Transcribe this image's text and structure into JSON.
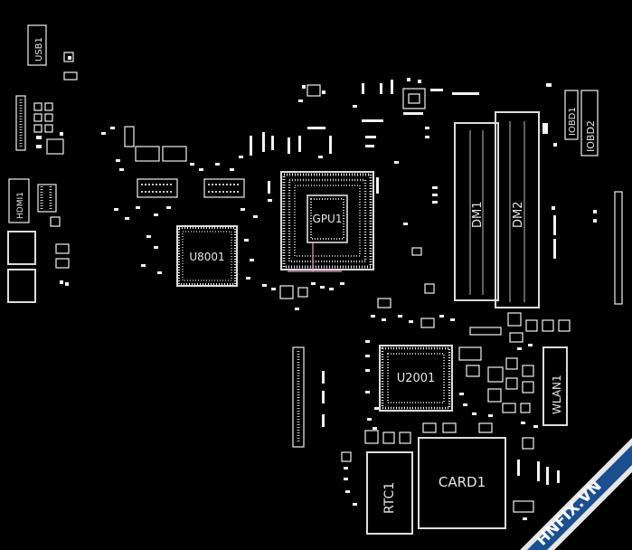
{
  "components": {
    "usb1": "USB1",
    "hdmi1": "HDMI1",
    "gpu1": "GPU1",
    "u8001": "U8001",
    "dm1": "DM1",
    "dm2": "DM2",
    "iobd1": "IOBD1",
    "iobd2": "IOBD2",
    "u2001": "U2001",
    "wlan1": "WLAN1",
    "rtc1": "RTC1",
    "card1": "CARD1"
  },
  "watermark": {
    "text": "HNFIX.VN",
    "color": "#1c4f8f"
  },
  "colors": {
    "background": "#000000",
    "silkscreen": "#f0f0f0",
    "trace_pink": "#e8a0c8"
  }
}
